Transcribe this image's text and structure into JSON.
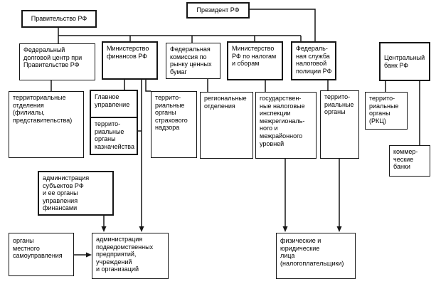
{
  "diagram": {
    "description": "Схема органов управления финансами РФ",
    "nodes": {
      "pravitelstvo": {
        "label": "Правительство РФ"
      },
      "prezident": {
        "label": "Президент РФ"
      },
      "fed_dolg": {
        "label": "Федеральный\nдолговой центр при\nПравительстве РФ"
      },
      "minfin": {
        "label": "Министерство\nфинансов РФ"
      },
      "fed_kom": {
        "label": "Федеральная\nкомиссия по\nрынку ценных\nбумаг"
      },
      "min_nalog": {
        "label": "Министерство\nРФ по налогам\nи сборам"
      },
      "fsnp": {
        "label": "Федераль-\nная служба\nналоговой\nполиции РФ"
      },
      "cb": {
        "label": "Центральный\nбанк РФ"
      },
      "terr_otd": {
        "label": "территориальные\nотделения\n(филиалы,\nпредставительства)"
      },
      "glavnoe_upr": {
        "label": "Главное\nуправление"
      },
      "kaznach": {
        "label": "террито-\nриальные\nорганы\nказначейства"
      },
      "strah": {
        "label": "террито-\nриальные\nорганы\nстрахового\nнадзора"
      },
      "region_otd": {
        "label": "региональные\nотделения"
      },
      "gosnalog": {
        "label": "государствен-\nные налоговые\nинспекции\nмежрегиональ-\nного и\nмежрайонного\nуровней"
      },
      "terr_org": {
        "label": "террито-\nриальные\nорганы"
      },
      "rkc": {
        "label": "террито-\nриальные\nорганы\n(РКЦ)"
      },
      "kommerc": {
        "label": "коммер-\nческие\nбанки"
      },
      "admin_sub": {
        "label": "администрация\nсубъектов РФ\nи ее органы\nуправления\nфинансами"
      },
      "organy_mest": {
        "label": "органы\nместного\nсамоуправления"
      },
      "admin_podved": {
        "label": "администрация\nподведомственных\nпредприятий,\nучреждений\nи организаций"
      },
      "fizlica": {
        "label": "физические и\nюридические\nлица\n(налогоплательщики)"
      }
    },
    "edges": [
      {
        "from": "pravitelstvo",
        "to": "fed_dolg",
        "arrow": false
      },
      {
        "from": "pravitelstvo",
        "to": "minfin",
        "arrow": false
      },
      {
        "from": "pravitelstvo",
        "to": "fed_kom",
        "arrow": false
      },
      {
        "from": "pravitelstvo",
        "to": "min_nalog",
        "arrow": false
      },
      {
        "from": "pravitelstvo",
        "to": "fsnp",
        "arrow": false
      },
      {
        "from": "prezident",
        "to": "fsnp",
        "arrow": false
      },
      {
        "from": "fed_dolg",
        "to": "terr_otd",
        "arrow": false
      },
      {
        "from": "minfin",
        "to": "glavnoe_upr",
        "arrow": false
      },
      {
        "from": "minfin",
        "to": "kaznach",
        "arrow": false
      },
      {
        "from": "minfin",
        "to": "strah",
        "arrow": false
      },
      {
        "from": "minfin",
        "to": "admin_podved",
        "arrow": true
      },
      {
        "from": "fed_kom",
        "to": "region_otd",
        "arrow": false
      },
      {
        "from": "min_nalog",
        "to": "gosnalog",
        "arrow": false
      },
      {
        "from": "fsnp",
        "to": "terr_org",
        "arrow": false
      },
      {
        "from": "cb",
        "to": "rkc",
        "arrow": false
      },
      {
        "from": "cb",
        "to": "kommerc",
        "arrow": false
      },
      {
        "from": "admin_sub",
        "to": "admin_podved",
        "arrow": true
      },
      {
        "from": "organy_mest",
        "to": "admin_podved",
        "arrow": true
      },
      {
        "from": "gosnalog",
        "to": "fizlica",
        "arrow": true
      },
      {
        "from": "terr_org",
        "to": "fizlica",
        "arrow": true
      }
    ]
  },
  "colors": {
    "line": "#161616",
    "text": "#000000",
    "background": "#ffffff"
  }
}
